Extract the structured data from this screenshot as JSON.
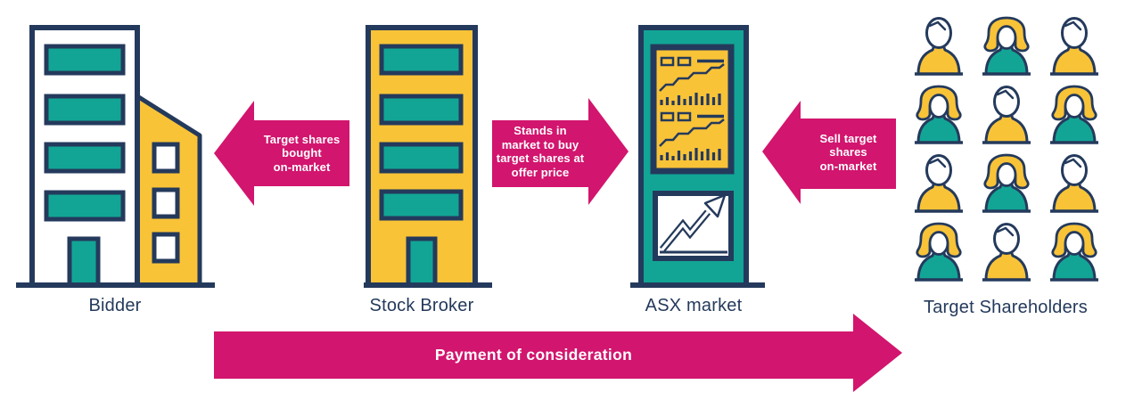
{
  "palette": {
    "navy": "#243a5c",
    "teal": "#12a595",
    "yellow": "#f9c338",
    "pink": "#d2156e"
  },
  "nodes": {
    "bidder": {
      "label": "Bidder"
    },
    "stock_broker": {
      "label": "Stock Broker"
    },
    "asx_market": {
      "label": "ASX market"
    },
    "target_shareholders": {
      "label": "Target Shareholders"
    }
  },
  "arrows": {
    "bought": {
      "direction": "left",
      "from": "Stock Broker",
      "to": "Bidder",
      "lines": [
        "Target shares",
        "bought",
        "on-market"
      ]
    },
    "stands": {
      "direction": "right",
      "from": "Stock Broker",
      "to": "ASX market",
      "lines": [
        "Stands in",
        "market to buy",
        "target shares at",
        "offer price"
      ]
    },
    "sell": {
      "direction": "left",
      "from": "Target Shareholders",
      "to": "ASX market",
      "lines": [
        "Sell target",
        "shares",
        "on-market"
      ]
    },
    "payment": {
      "direction": "right",
      "label": "Payment of consideration"
    }
  },
  "shareholders": {
    "count": 12,
    "rows": 4,
    "cols": 3,
    "people": [
      "male",
      "female",
      "male",
      "female",
      "male",
      "female",
      "male",
      "female",
      "male",
      "female",
      "male",
      "female"
    ]
  }
}
